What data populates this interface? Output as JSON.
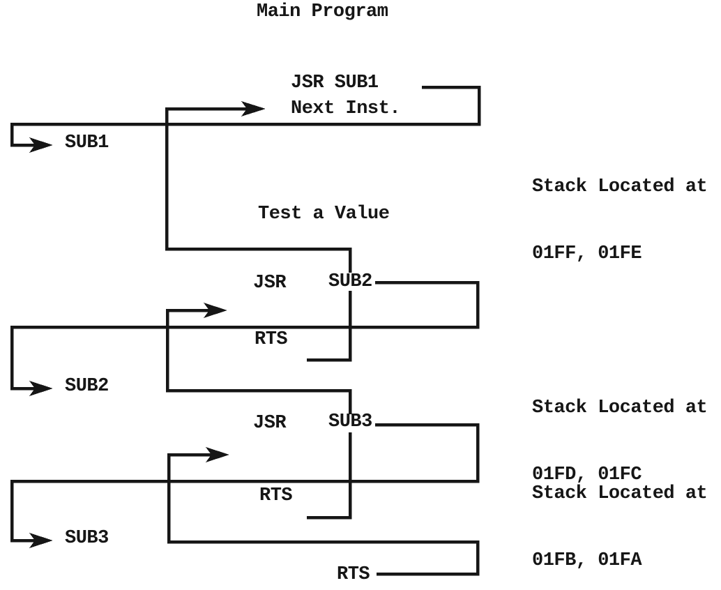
{
  "title": "Main Program",
  "colors": {
    "ink": "#161616",
    "background": "#ffffff"
  },
  "main_flow": {
    "jsr_sub1": "JSR SUB1",
    "next_inst": "Next Inst.",
    "test_a_value": "Test a Value",
    "jsr2": "JSR",
    "jsr2_target": "SUB2",
    "rts1": "RTS",
    "jsr3": "JSR",
    "jsr3_target": "SUB3",
    "rts2": "RTS",
    "rts3": "RTS"
  },
  "subroutine_labels": {
    "sub1": "SUB1",
    "sub2": "SUB2",
    "sub3": "SUB3"
  },
  "stack_notes": [
    {
      "line1": "Stack Located at",
      "line2": "01FF, 01FE"
    },
    {
      "line1": "Stack Located at",
      "line2": "01FD, 01FC"
    },
    {
      "line1": "Stack Located at",
      "line2": "01FB, 01FA"
    }
  ]
}
